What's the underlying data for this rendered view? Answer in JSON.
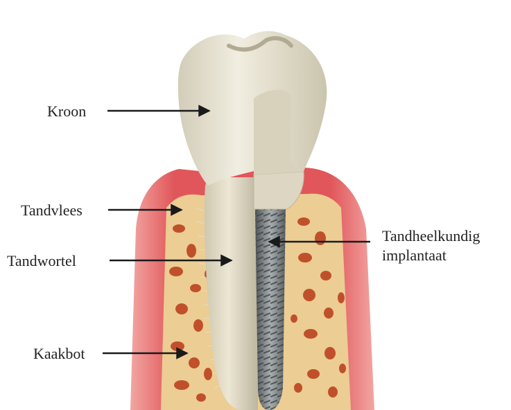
{
  "labels": {
    "kroon": "Kroon",
    "tandvlees": "Tandvlees",
    "tandwortel": "Tandwortel",
    "kaakbot": "Kaakbot",
    "implant_line1": "Tandheelkundig",
    "implant_line2": "implantaat"
  },
  "colors": {
    "gum": "#e1565a",
    "bone": "#eccd93",
    "marrow": "#c0502c",
    "tooth": "#e8e3d2",
    "implant": "#7f8486",
    "arrow": "#1a1a1a"
  }
}
